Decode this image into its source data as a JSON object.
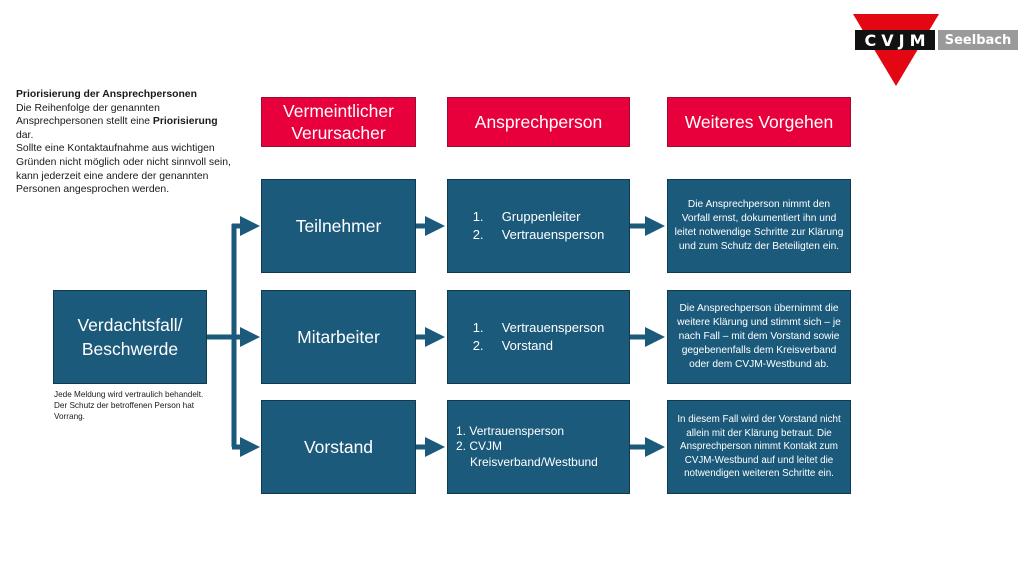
{
  "logo": {
    "letters": "CVJM",
    "place": "Seelbach",
    "colors": {
      "triangle": "#e30613",
      "bar": "#111111",
      "place_bg": "#9a9a9a"
    }
  },
  "intro": {
    "heading": "Priorisierung der Ansprechpersonen",
    "line1_pre": "Die Reihenfolge der genannten Ansprechpersonen stellt eine ",
    "line1_bold": "Priorisierung",
    "line1_post": " dar.",
    "line2": "Sollte eine Kontaktaufnahme aus wichtigen Gründen nicht möglich oder nicht sinnvoll sein, kann jederzeit eine andere der genannten Personen angesprochen werden."
  },
  "headers": {
    "cause_line1": "Vermeintlicher",
    "cause_line2": "Verursacher",
    "contact": "Ansprechperson",
    "next_steps": "Weiteres Vorgehen"
  },
  "start": {
    "line1": "Verdachtsfall/",
    "line2": "Beschwerde",
    "note_line1": "Jede Meldung wird vertraulich behandelt.",
    "note_line2": "Der Schutz der betroffenen Person hat Vorrang."
  },
  "rows": [
    {
      "cause": "Teilnehmer",
      "contacts": [
        {
          "num": "1.",
          "label": "Gruppenleiter"
        },
        {
          "num": "2.",
          "label": "Vertrauensperson"
        }
      ],
      "procedure": "Die Ansprechperson nimmt den Vorfall ernst, dokumentiert ihn und leitet notwendige Schritte zur Klärung und zum Schutz der Beteiligten ein."
    },
    {
      "cause": "Mitarbeiter",
      "contacts": [
        {
          "num": "1.",
          "label": "Vertrauensperson"
        },
        {
          "num": "2.",
          "label": "Vorstand"
        }
      ],
      "procedure": "Die Ansprechperson übernimmt die weitere Klärung und stimmt sich – je nach Fall – mit dem Vorstand sowie gegebenenfalls dem Kreisverband oder dem CVJM-Westbund ab."
    },
    {
      "cause": "Vorstand",
      "contacts": [
        {
          "num": "1.",
          "label": "Vertrauensperson"
        },
        {
          "num": "2.",
          "label": "CVJM"
        },
        {
          "num": "",
          "label": "Kreisverband/Westbund"
        }
      ],
      "procedure": "In diesem Fall wird der Vorstand nicht allein mit der Klärung betraut. Die Ansprechperson nimmt Kontakt zum CVJM-Westbund auf und leitet die notwendigen weiteren Schritte ein."
    }
  ],
  "colors": {
    "header_red": "#e8003d",
    "box_blue": "#1c5a7c",
    "arrow": "#1c5a7c"
  }
}
